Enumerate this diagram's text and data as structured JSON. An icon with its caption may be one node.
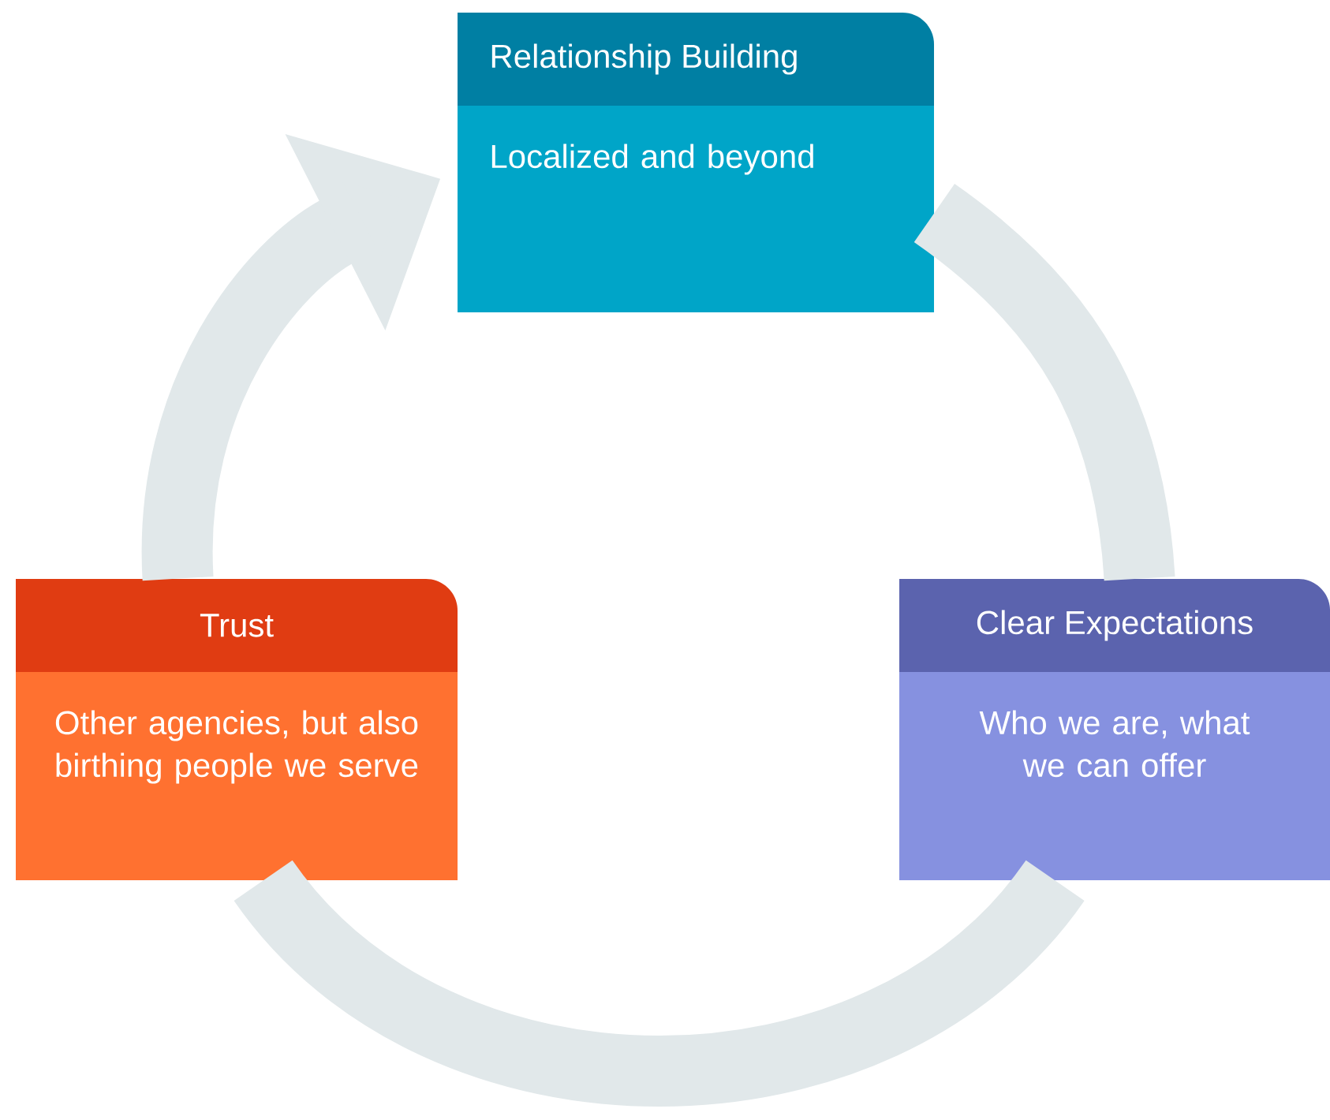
{
  "diagram": {
    "nodes": [
      {
        "text": [
          "Relationship Building",
          "Localized and beyond"
        ]
      },
      {
        "text": [
          "Clear Expectations",
          "Who we are, what we can offer"
        ]
      },
      {
        "text": [
          "Trust",
          "Other agencies, but also birthing people we serve"
        ]
      }
    ],
    "edges": [
      {
        "from": 2,
        "to": 0,
        "arrow": "to"
      },
      {
        "from": 0,
        "to": 1,
        "arrow": "none"
      },
      {
        "from": 1,
        "to": 2,
        "arrow": "none"
      }
    ]
  }
}
